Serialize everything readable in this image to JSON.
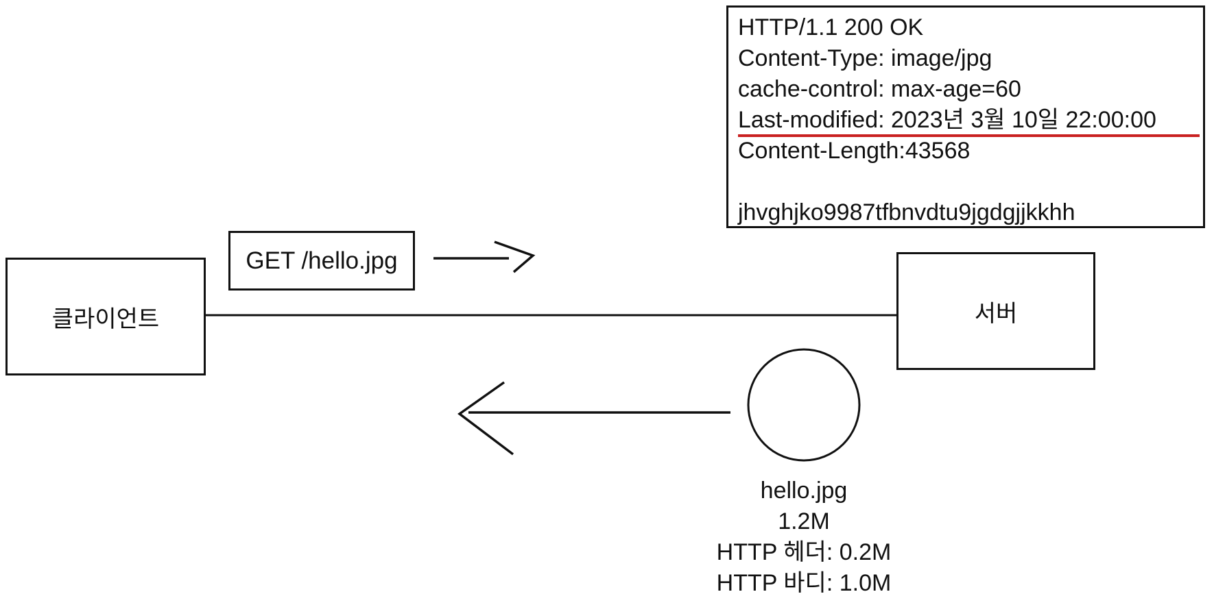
{
  "response_box": {
    "status_line": "HTTP/1.1 200 OK",
    "content_type": "Content-Type: image/jpg",
    "cache_control": "cache-control: max-age=60",
    "last_modified": "Last-modified: 2023년 3월 10일 22:00:00",
    "content_length": "Content-Length:43568",
    "body": "jhvghjko9987tfbnvdtu9jgdgjjkkhh"
  },
  "client_box": {
    "label": "클라이언트"
  },
  "server_box": {
    "label": "서버"
  },
  "request_box": {
    "label": "GET /hello.jpg"
  },
  "file_caption": {
    "filename": "hello.jpg",
    "total_size": "1.2M",
    "header_size": "HTTP 헤더: 0.2M",
    "body_size": "HTTP 바디: 1.0M"
  },
  "colors": {
    "stroke": "#111111",
    "highlight_red": "#c92121",
    "background": "#ffffff"
  }
}
